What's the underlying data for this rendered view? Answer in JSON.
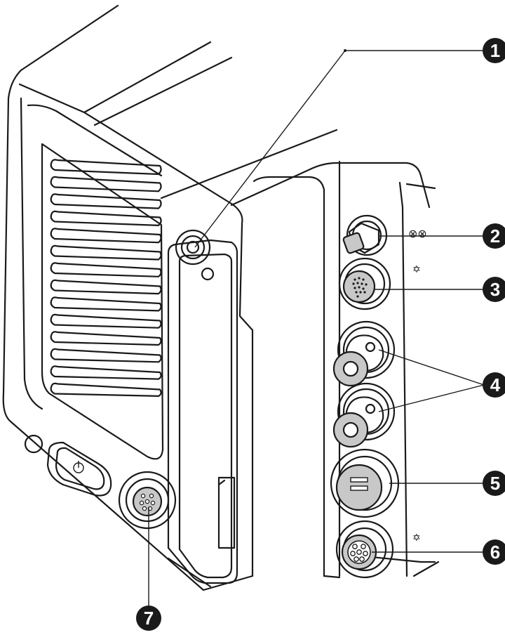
{
  "diagram": {
    "subject": "camera side panel connectors",
    "colors": {
      "line": "#1a1a1a",
      "grey_fill": "#c8c8c8",
      "badge": "#1a1a1a",
      "background": "#ffffff"
    },
    "callouts": [
      {
        "id": "c1",
        "label": "1"
      },
      {
        "id": "c2",
        "label": "2"
      },
      {
        "id": "c3",
        "label": "3"
      },
      {
        "id": "c4",
        "label": "4"
      },
      {
        "id": "c5",
        "label": "5"
      },
      {
        "id": "c6",
        "label": "6"
      },
      {
        "id": "c7",
        "label": "7"
      }
    ]
  }
}
